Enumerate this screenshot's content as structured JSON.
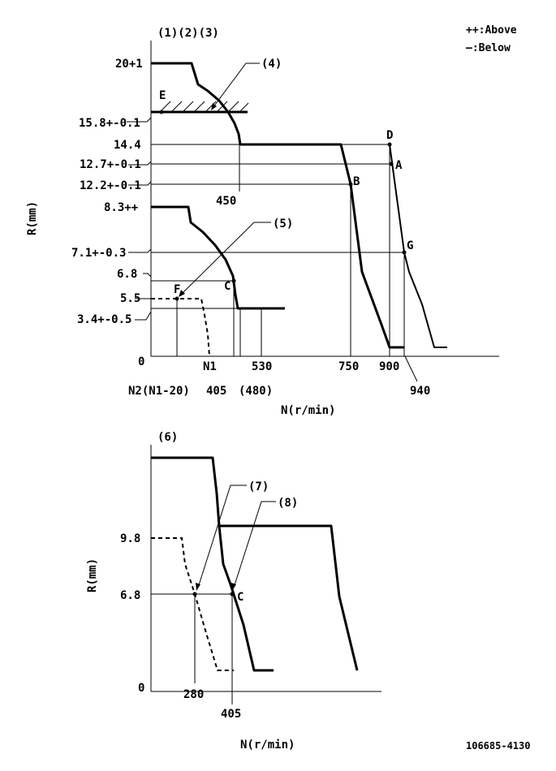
{
  "legend": {
    "above": "++:Above",
    "below": "—:Below"
  },
  "top_graph": {
    "header_refs": "(1)(2)(3)",
    "y_axis_title": "R(mm)",
    "x_axis_title": "N(r/min)",
    "origin": "0",
    "y_labels": [
      "20+1",
      "15.8+-0.1",
      "14.4",
      "12.7+-0.1",
      "12.2+-0.1",
      "8.3++",
      "7.1+-0.3",
      "6.8",
      "5.5",
      "3.4+-0.5"
    ],
    "x_labels": [
      "450",
      "N1",
      "530",
      "750",
      "900",
      "N2(N1-20)",
      "405",
      "(480)",
      "940"
    ],
    "points": [
      "E",
      "D",
      "A",
      "B",
      "G",
      "C",
      "F"
    ],
    "callouts": [
      "(4)",
      "(5)"
    ]
  },
  "bottom_graph": {
    "header_ref": "(6)",
    "y_axis_title": "R(mm)",
    "x_axis_title": "N(r/min)",
    "origin": "0",
    "y_labels": [
      "9.8",
      "6.8"
    ],
    "x_labels": [
      "280",
      "405"
    ],
    "points": [
      "C"
    ],
    "callouts": [
      "(7)",
      "(8)"
    ]
  },
  "doc_id": "106685-4130"
}
